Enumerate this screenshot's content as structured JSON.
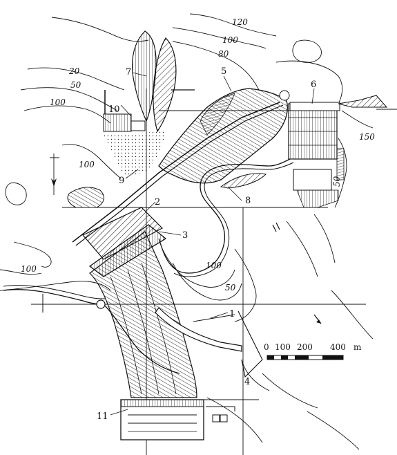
{
  "contours": {
    "c120": "120",
    "c100_top": "100",
    "c80": "80",
    "c20": "20",
    "c50_left": "50",
    "c100_left": "100",
    "c100_mid": "100",
    "c100_bottomleft": "100",
    "c100_center": "100",
    "c50_center": "50",
    "c150": "150",
    "c50_right": "50"
  },
  "labels": {
    "l1": "1",
    "l2": "2",
    "l3": "3",
    "l4": "4",
    "l5": "5",
    "l6": "6",
    "l7": "7",
    "l8": "8",
    "l9": "9",
    "l10": "10",
    "l11": "11"
  },
  "scale_bar": {
    "t0": "0",
    "t100": "100",
    "t200": "200",
    "t400": "400",
    "unit": "m"
  }
}
